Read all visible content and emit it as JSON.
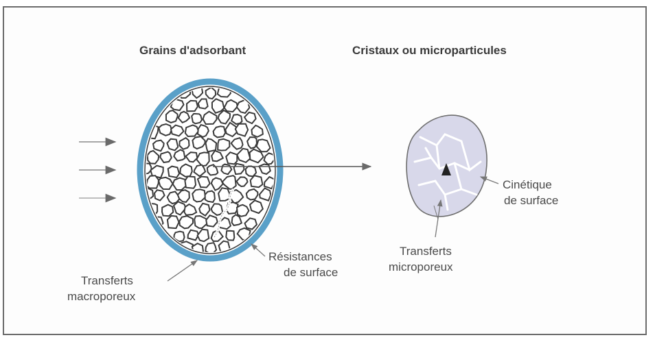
{
  "titles": {
    "left": "Grains d'adsorbant",
    "right": "Cristaux ou microparticules"
  },
  "labels": {
    "macro": [
      "Transferts",
      "macroporeux"
    ],
    "resist": [
      "Résistances",
      "de surface"
    ],
    "micro": [
      "Transferts",
      "microporeux"
    ],
    "cinetique": [
      "Cinétique",
      "de surface"
    ]
  },
  "colors": {
    "shell": "#5aa0c8",
    "shell_inner": "#bfe0f0",
    "crystal": "#6e6e6e",
    "crystal_fill": "#d6d6e8",
    "arrow": "#6a6a6a"
  }
}
